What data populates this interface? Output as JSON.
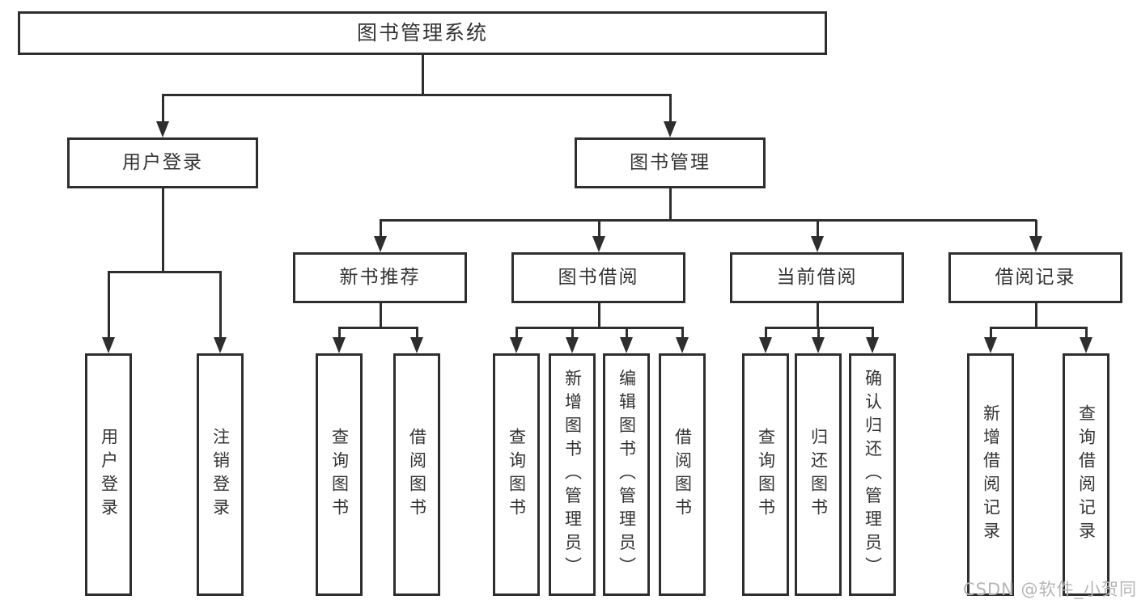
{
  "diagram_title": "图书管理系统",
  "colors": {
    "line": "#2e2e2e",
    "text": "#333333",
    "watermark": "#b5b5b5",
    "background": "#ffffff"
  },
  "tree": {
    "root": {
      "label": "图书管理系统"
    },
    "branches": [
      {
        "label": "用户登录",
        "children": [
          "用户登录",
          "注销登录"
        ]
      },
      {
        "label": "图书管理",
        "children": [
          {
            "label": "新书推荐",
            "children": [
              "查询图书",
              "借阅图书"
            ]
          },
          {
            "label": "图书借阅",
            "children": [
              "查询图书",
              "新增图书（管理员）",
              "编辑图书（管理员）",
              "借阅图书"
            ]
          },
          {
            "label": "当前借阅",
            "children": [
              "查询图书",
              "归还图书",
              "确认归还（管理员）"
            ]
          },
          {
            "label": "借阅记录",
            "children": [
              "新增借阅记录",
              "查询借阅记录"
            ]
          }
        ]
      }
    ]
  },
  "watermark": {
    "text": "CSDN @软件_小贺同学"
  }
}
